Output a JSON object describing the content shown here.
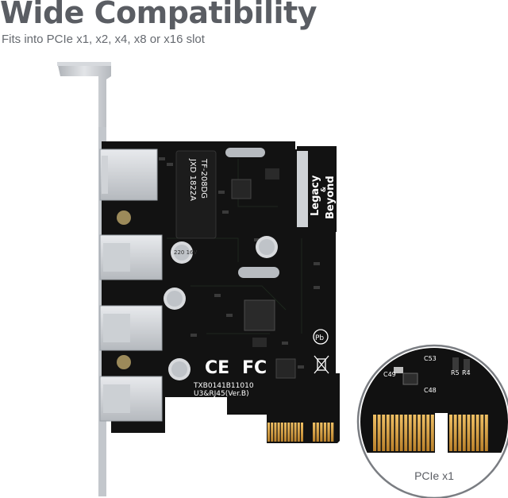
{
  "header": {
    "title": "Wide Compatibility",
    "subtitle": "Fits into PCIe x1, x2, x4, x8 or x16 slot"
  },
  "board": {
    "model_line1": "TXB0141B11010",
    "model_line2": "U3&RJ45(Ver.B)",
    "chip_line1": "JXD 1822A",
    "chip_line2": "TF-208DG",
    "cap_label": "220 16V",
    "logo_lines": [
      "Legacy",
      "&",
      "Beyond"
    ],
    "cert_ce": "CE",
    "cert_fc": "FC",
    "cert_pb": "Pb"
  },
  "zoom": {
    "caption": "PCIe x1",
    "labels": [
      "C53",
      "C49",
      "C48",
      "R5",
      "R4"
    ]
  },
  "colors": {
    "pcb": "#121212",
    "gold": "#d9a23c",
    "bracket": "#c9ccd0",
    "text_gray": "#5a5d63"
  }
}
